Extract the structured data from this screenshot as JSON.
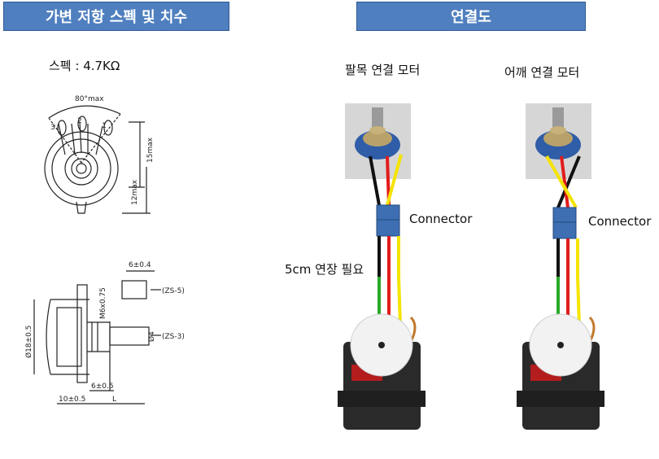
{
  "left_panel": {
    "title": "가변 저항 스펙 및 치수",
    "spec_label": "스펙 : 4.7KΩ",
    "front_view": {
      "angle_label": "80°max",
      "pin_labels": [
        "3",
        "2",
        "1"
      ],
      "dim_15": "15max",
      "dim_12": "12max"
    },
    "side_view": {
      "shaft_end": "6±0.4",
      "thread": "M6x0.75",
      "zs5": "(ZS-5)",
      "zs3": "(ZS-3)",
      "body_dia": "Ø18±0.5",
      "shaft_dia": "Ø4",
      "len_6": "6±0.5",
      "len_10": "10±0.5",
      "len_L": "L"
    }
  },
  "right_panel": {
    "title": "연결도",
    "wrist": {
      "caption": "팔목 연결 모터",
      "connector_label": "Connector",
      "extension_note": "5cm 연장 필요"
    },
    "shoulder": {
      "caption": "어깨 연결 모터",
      "connector_label": "Connector"
    }
  },
  "colors": {
    "banner": "#4f7fbf",
    "wire_black": "#111111",
    "wire_red": "#e21b1b",
    "wire_yellow": "#f5e400",
    "wire_green": "#2aa92a",
    "connector": "#3d6fb2"
  },
  "icons": [
    "potentiometer-icon",
    "servo-motor-icon"
  ]
}
